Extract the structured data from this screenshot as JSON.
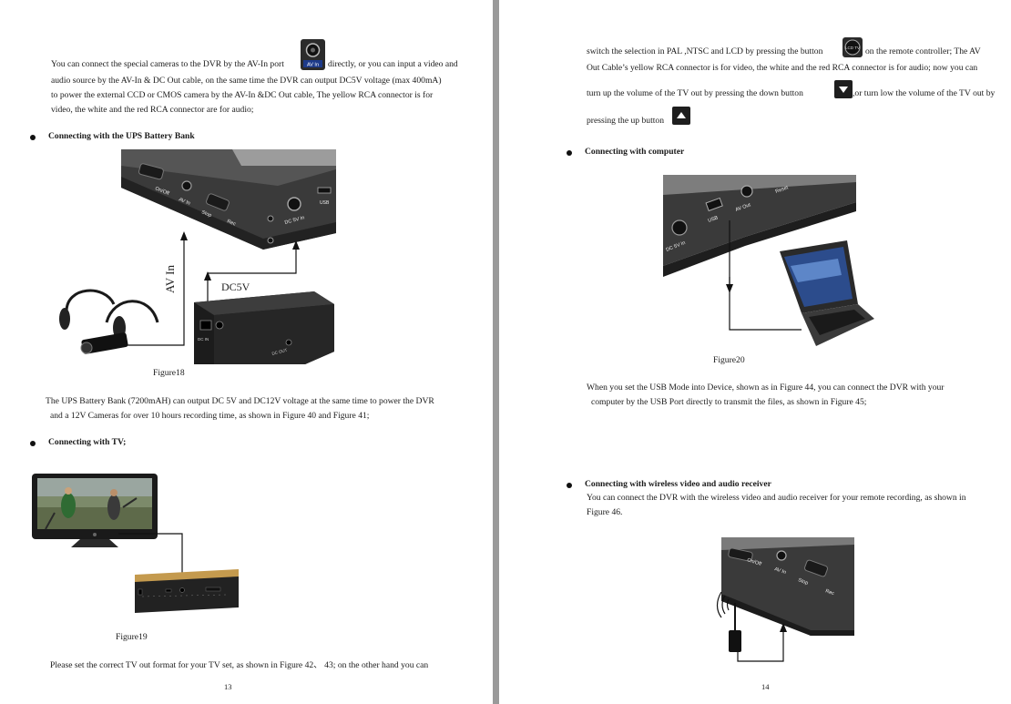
{
  "left": {
    "para1": [
      "You can connect the special cameras to the DVR by the AV-In port",
      "directly, or you can input a video and",
      "audio source by the AV-In & DC Out cable, on the same time the DVR can output DC5V voltage (max 400mA)",
      "to power the external CCD or CMOS camera by the AV-In &DC Out cable, The yellow RCA connector is for",
      "video, the white and the red RCA connector are for audio;"
    ],
    "av_in_icon_label": "AV In",
    "section_ups": "Connecting with the UPS Battery Bank",
    "fig18": {
      "caption": "Figure18",
      "labels": {
        "onoff": "On/Off",
        "avin": "AV In",
        "stop": "Stop",
        "rec": "Rec",
        "dc5vin": "DC 5V In",
        "usb": "USB",
        "arrow_avin": "AV In",
        "arrow_dc5v": "DC5V",
        "bat_dcout": "DC OUT",
        "bat_dcin": "DC IN"
      }
    },
    "para_ups": [
      "The UPS Battery Bank (7200mAH) can output DC 5V and DC12V voltage at the same time to power the DVR",
      "and a 12V Cameras for over 10 hours recording time, as shown in Figure 40 and Figure 41;"
    ],
    "section_tv": "Connecting with TV;",
    "fig19": {
      "caption": "Figure19"
    },
    "para_tv": "Please set the correct TV out format for your TV set, as shown in Figure 42、 43; on the other hand you can",
    "page_number": "13"
  },
  "right": {
    "para1": [
      "switch the selection in PAL ,NTSC and LCD by pressing the button",
      "on the remote controller; The AV",
      "Out Cable’s yellow RCA connector is for video, the white and the red RCA connector is for audio; now you can",
      "turn up the volume of the TV out   by pressing the down button",
      ",or turn low the volume of the TV out by",
      "pressing the up button"
    ],
    "lcd_icon_label": "LCD TV",
    "section_computer": "Connecting with computer",
    "fig20": {
      "caption": "Figure20",
      "labels": {
        "dc5vin": "DC 5V In",
        "usb": "USB",
        "avout": "AV Out",
        "reset": "Reset"
      }
    },
    "para_usb": [
      "When you set the USB Mode into Device, shown as in Figure 44, you can connect the DVR with your",
      "computer by the USB Port directly to transmit the files, as shown in Figure 45;"
    ],
    "section_wireless": "Connecting with wireless video and audio receiver",
    "para_wireless": [
      "You can connect the DVR with the wireless video and audio receiver for your remote recording, as shown in",
      "Figure 46."
    ],
    "fig21": {
      "labels": {
        "onoff": "On/Off",
        "avin": "AV In",
        "stop": "Stop",
        "rec": "Rec"
      }
    },
    "page_number": "14"
  }
}
